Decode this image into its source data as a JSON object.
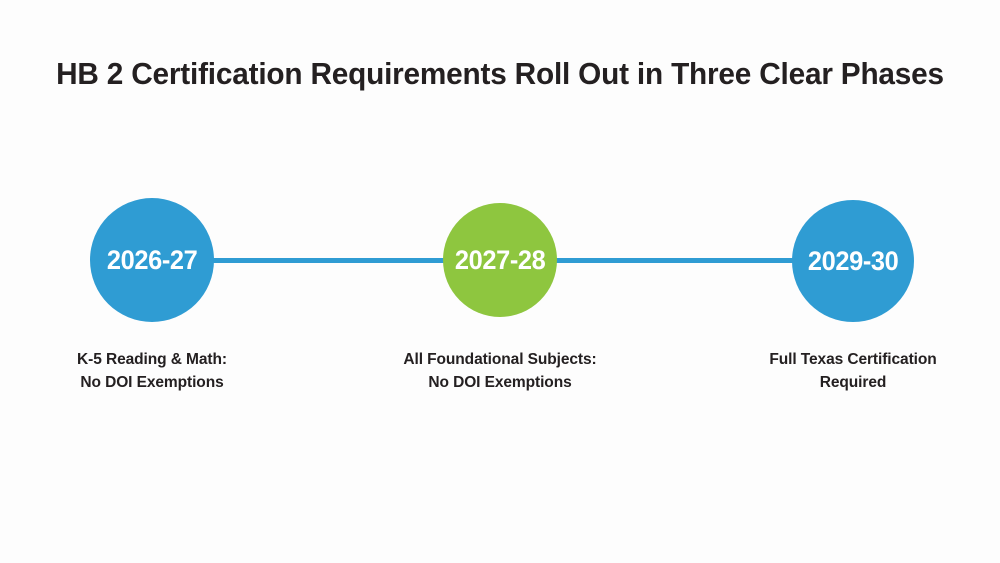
{
  "title": "HB 2 Certification Requirements Roll Out in Three Clear Phases",
  "colors": {
    "background": "#fdfdfd",
    "blue": "#2f9cd3",
    "green": "#8ec63f",
    "text": "#242021",
    "circle_label": "#ffffff"
  },
  "timeline": {
    "orientation": "horizontal",
    "connector_color": "#2f9cd3",
    "phases": [
      {
        "year": "2026-27",
        "circle_color": "#2f9cd3",
        "caption_line_1": "K-5 Reading & Math:",
        "caption_line_2": "No DOI Exemptions"
      },
      {
        "year": "2027-28",
        "circle_color": "#8ec63f",
        "caption_line_1": "All Foundational Subjects:",
        "caption_line_2": "No DOI Exemptions"
      },
      {
        "year": "2029-30",
        "circle_color": "#2f9cd3",
        "caption_line_1": "Full Texas Certification",
        "caption_line_2": "Required"
      }
    ]
  }
}
